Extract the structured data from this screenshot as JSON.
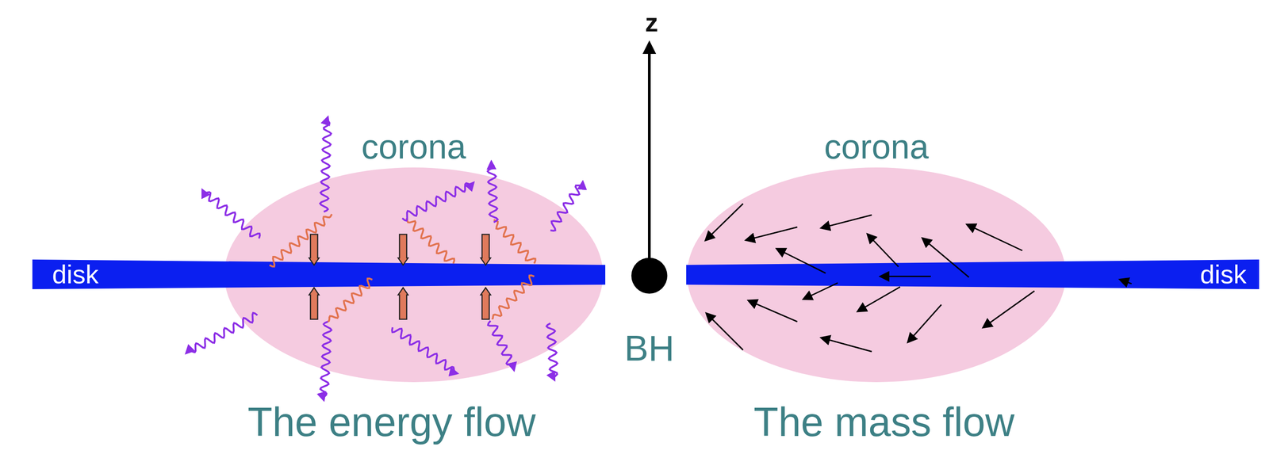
{
  "diagram": {
    "nodes": [
      {
        "text": [
          "corona"
        ]
      },
      {
        "text": [
          "disk"
        ]
      },
      {
        "text": [
          "BH"
        ]
      },
      {
        "text": [
          "corona"
        ]
      },
      {
        "text": [
          "disk"
        ]
      }
    ],
    "labels": [
      "z",
      "The energy flow",
      "The mass flow"
    ]
  }
}
